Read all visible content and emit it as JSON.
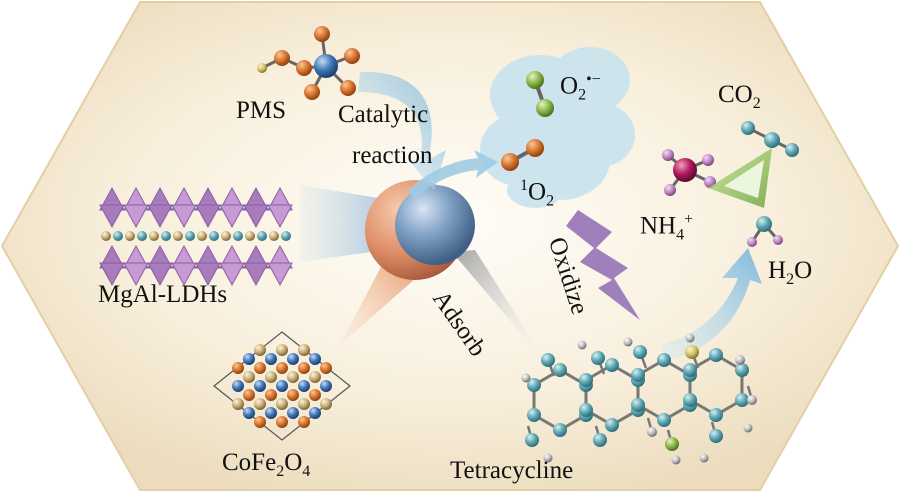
{
  "labels": {
    "pms": "PMS",
    "catalytic": "Catalytic",
    "reaction": "reaction",
    "mgal": "MgAl-LDHs",
    "cofe_co": "CoFe",
    "cofe_sub2": "2",
    "cofe_o": "O",
    "cofe_sub4": "4",
    "tetracycline": "Tetracycline",
    "adsorb": "Adsorb",
    "oxidize": "Oxidize",
    "co2_base": "CO",
    "co2_sub": "2",
    "h2o_h": "H",
    "h2o_sub": "2",
    "h2o_o": "O",
    "nh4_base": "NH",
    "nh4_sub": "4",
    "nh4_sup": "+",
    "o2rad_base": "O",
    "o2rad_sub": "2",
    "o2rad_sup": "•−",
    "singlet_sup": "1",
    "singlet_base": "O",
    "singlet_sub": "2"
  },
  "colors": {
    "hexagon_fill": "#f6ecd6",
    "arrow_blue": "#8fc3df",
    "arrow_purple": "#8f6bb3",
    "cloud": "#c9e3ef",
    "sphere_blue": "#7c9cc2",
    "sphere_orange": "#e3966d",
    "ldh_purple": "#b58ac7",
    "atom_teal": "#5fa7b3",
    "atom_orange": "#d8762f",
    "atom_green": "#8db84a",
    "atom_pink": "#c38ac7",
    "atom_magenta": "#b0175c",
    "atom_grey": "#a9a9a9"
  }
}
